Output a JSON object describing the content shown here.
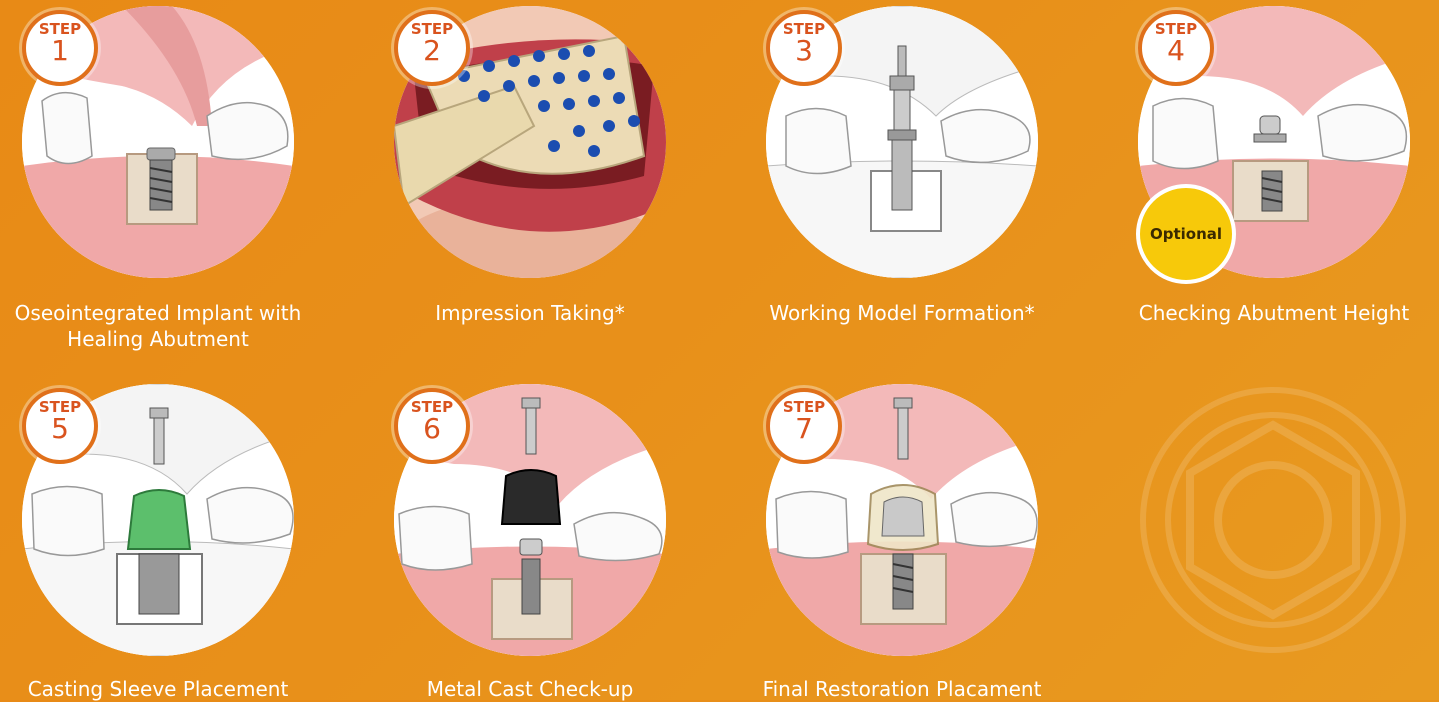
{
  "badge_word": "STEP",
  "optional_label": "Optional",
  "steps": [
    {
      "number": "1",
      "caption_line1": "Oseointegrated Implant with",
      "caption_line2": "Healing Abutment"
    },
    {
      "number": "2",
      "caption_line1": "Impression Taking*",
      "caption_line2": ""
    },
    {
      "number": "3",
      "caption_line1": "Working Model Formation*",
      "caption_line2": ""
    },
    {
      "number": "4",
      "caption_line1": "Checking Abutment Height",
      "caption_line2": ""
    },
    {
      "number": "5",
      "caption_line1": "Casting Sleeve Placement",
      "caption_line2": ""
    },
    {
      "number": "6",
      "caption_line1": "Metal Cast Check-up",
      "caption_line2": ""
    },
    {
      "number": "7",
      "caption_line1": "Final Restoration Placament",
      "caption_line2": ""
    }
  ],
  "colors": {
    "background": "#e8901a",
    "badge_ring": "#e0701a",
    "badge_text": "#d9531e",
    "gum": "#eea5a5",
    "optional": "#f7c90a"
  }
}
